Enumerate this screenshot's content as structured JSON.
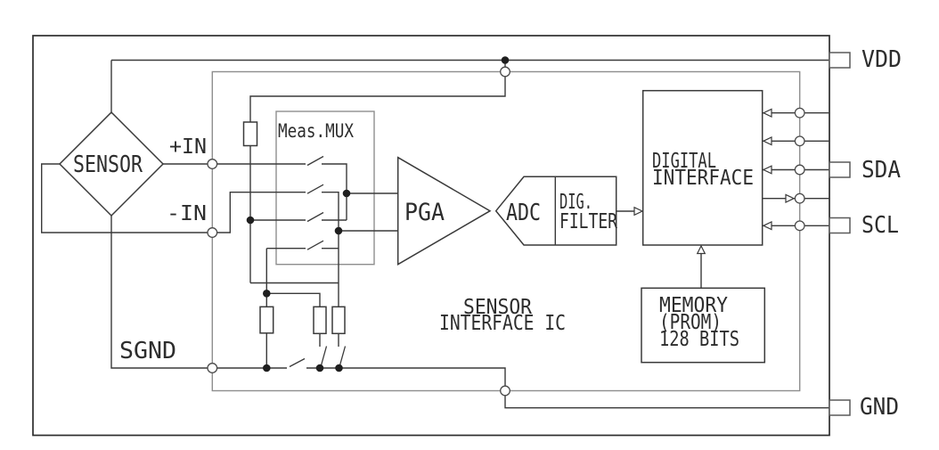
{
  "diagram": {
    "chip_title": {
      "line1": "SENSOR",
      "line2": "INTERFACE IC"
    },
    "sensor": {
      "label": "SENSOR"
    },
    "terminals": {
      "plus_in": "+IN",
      "minus_in": "-IN",
      "sgnd": "SGND"
    },
    "pins": {
      "vdd": "VDD",
      "sda": "SDA",
      "scl": "SCL",
      "gnd": "GND"
    },
    "blocks": {
      "mux": "Meas.MUX",
      "pga": "PGA",
      "adc": "ADC",
      "filter_line1": "DIG.",
      "filter_line2": "FILTER",
      "digital_interface_line1": "DIGITAL",
      "digital_interface_line2": "INTERFACE",
      "memory_line1": "MEMORY",
      "memory_line2": "(PROM)",
      "memory_line3": "128 BITS"
    },
    "colors": {
      "wire": "#3a3a3a",
      "chip_boundary": "#8e8e8e",
      "outline": "#2d2d2d",
      "text": "#2d2d2d",
      "background": "#ffffff"
    }
  }
}
